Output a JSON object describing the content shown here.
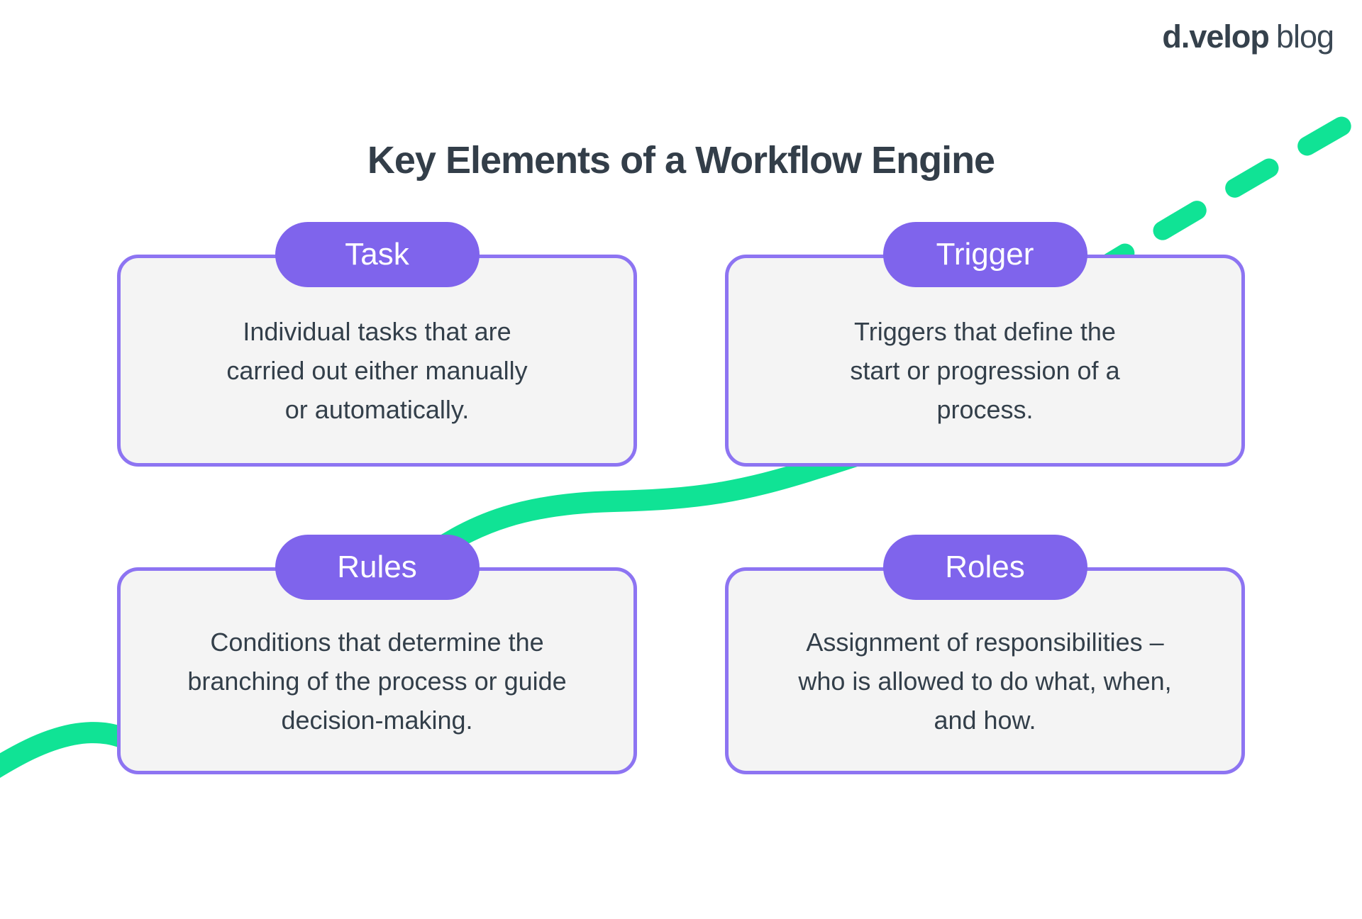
{
  "logo": {
    "brand": "d.velop",
    "suffix": "blog"
  },
  "title": "Key Elements of a Workflow Engine",
  "cards": [
    {
      "id": "task",
      "label": "Task",
      "description": "Individual tasks that are\ncarried out either manually\nor automatically."
    },
    {
      "id": "trigger",
      "label": "Trigger",
      "description": "Triggers that define the\nstart or progression of a\nprocess."
    },
    {
      "id": "rules",
      "label": "Rules",
      "description": "Conditions that determine the\nbranching of the process or guide\ndecision-making."
    },
    {
      "id": "roles",
      "label": "Roles",
      "description": "Assignment of responsibilities –\nwho is allowed to do what, when,\nand how."
    }
  ],
  "colors": {
    "accent_green": "#10e395",
    "pill_purple": "#7f64ec",
    "card_border_purple": "#8d74f2",
    "card_fill": "#f4f4f4",
    "text_dark": "#333f4a",
    "background": "#ffffff"
  }
}
